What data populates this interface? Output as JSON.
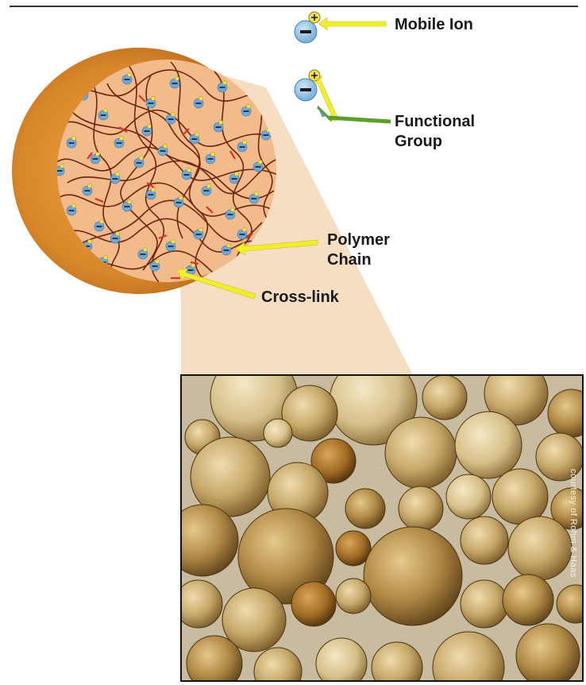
{
  "labels": {
    "mobile_ion": "Mobile Ion",
    "functional_group_line1": "Functional",
    "functional_group_line2": "Group",
    "polymer_chain_line1": "Polymer",
    "polymer_chain_line2": "Chain",
    "cross_link": "Cross-link"
  },
  "photo_credit": "courtesy of Rohm & Haas",
  "colors": {
    "bead_outer": "#d8872a",
    "bead_face": "#f1bb8b",
    "zoom_cone": "#f5dcc0",
    "polymer_chain": "#6e2410",
    "cross_link": "#e0301e",
    "functional_group": "#6fa8d6",
    "mobile_ion": "#f0e24a",
    "leader_yellow": "#f3ee2c",
    "leader_green": "#5aa02c"
  }
}
